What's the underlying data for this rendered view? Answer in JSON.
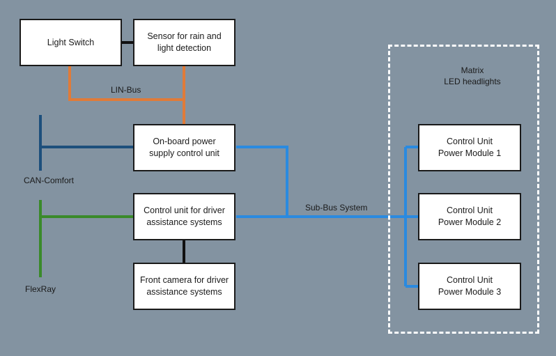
{
  "boxes": {
    "light_switch": "Light Switch",
    "rain_sensor": "Sensor for rain and\nlight detection",
    "power_supply": "On-board power\nsupply control unit",
    "driver_assist": "Control unit for driver\nassistance systems",
    "front_camera": "Front camera for driver\nassistance systems",
    "power_module_1": "Control Unit\nPower Module 1",
    "power_module_2": "Control Unit\nPower Module 2",
    "power_module_3": "Control Unit\nPower Module 3"
  },
  "labels": {
    "lin_bus": "LIN-Bus",
    "can_comfort": "CAN-Comfort",
    "flexray": "FlexRay",
    "sub_bus": "Sub-Bus System",
    "matrix": "Matrix\nLED headlights"
  },
  "colors": {
    "background": "#8393a1",
    "lin_bus": "#e07b39",
    "can_comfort": "#1d4f7c",
    "flexray": "#3a8a2a",
    "sub_bus": "#2a8ae0",
    "link": "#111111"
  }
}
